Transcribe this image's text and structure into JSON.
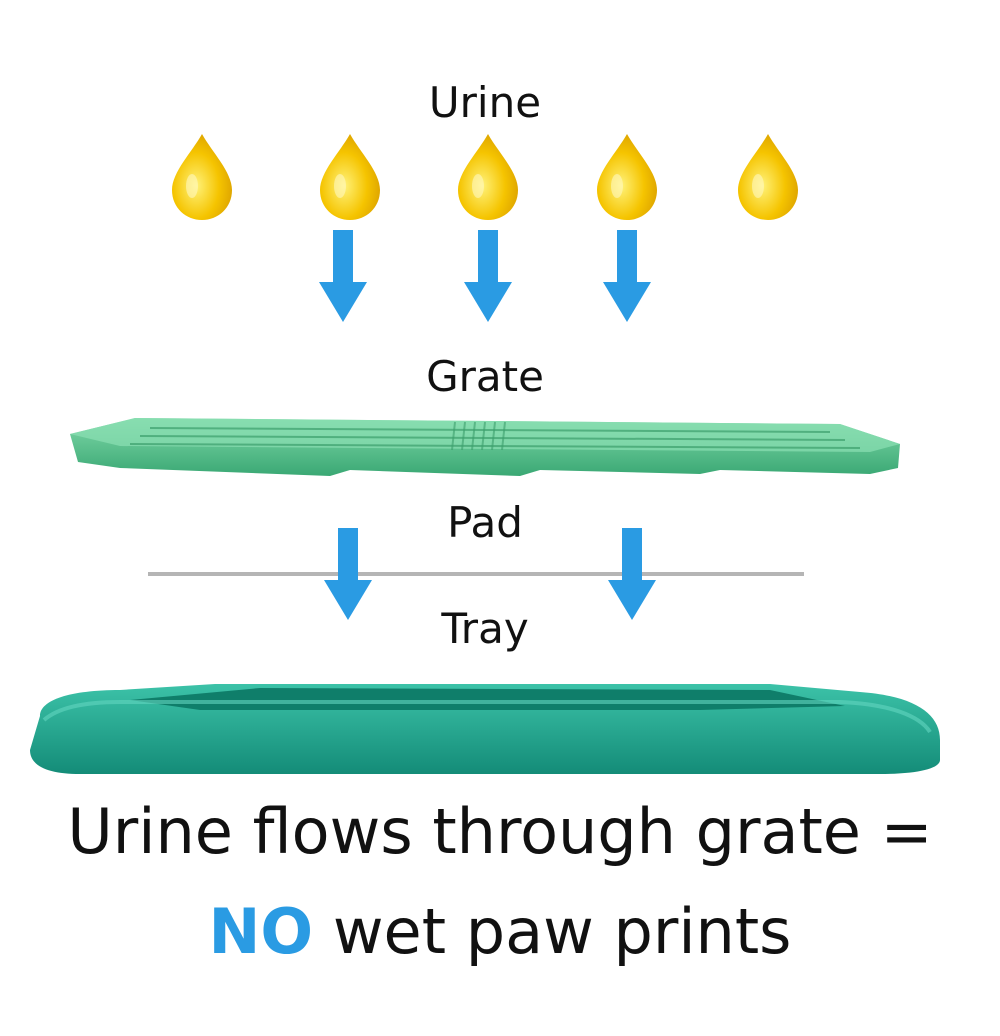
{
  "labels": {
    "urine": "Urine",
    "grate": "Grate",
    "pad": "Pad",
    "tray": "Tray"
  },
  "caption": {
    "line1": "Urine flows through grate =",
    "emphasis": "NO",
    "line2_rest": "wet paw prints"
  },
  "colors": {
    "drop": "#f5c400",
    "arrow": "#2a9be3",
    "grate": "#4dbf8a",
    "tray": "#1fa58f",
    "pad_line": "#b5b5b5",
    "emphasis": "#2a9be3"
  },
  "icons": {
    "drop": "urine-drop-icon",
    "arrow": "down-arrow-icon"
  }
}
